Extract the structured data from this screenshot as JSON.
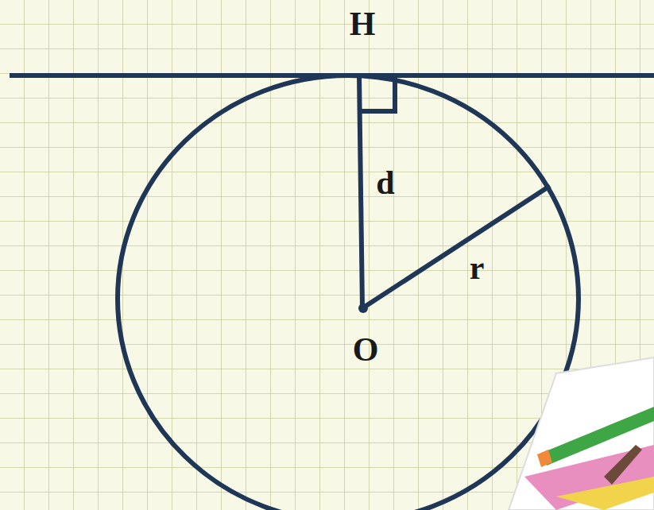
{
  "diagram": {
    "labels": [
      "H",
      "d",
      "r",
      "O"
    ]
  }
}
